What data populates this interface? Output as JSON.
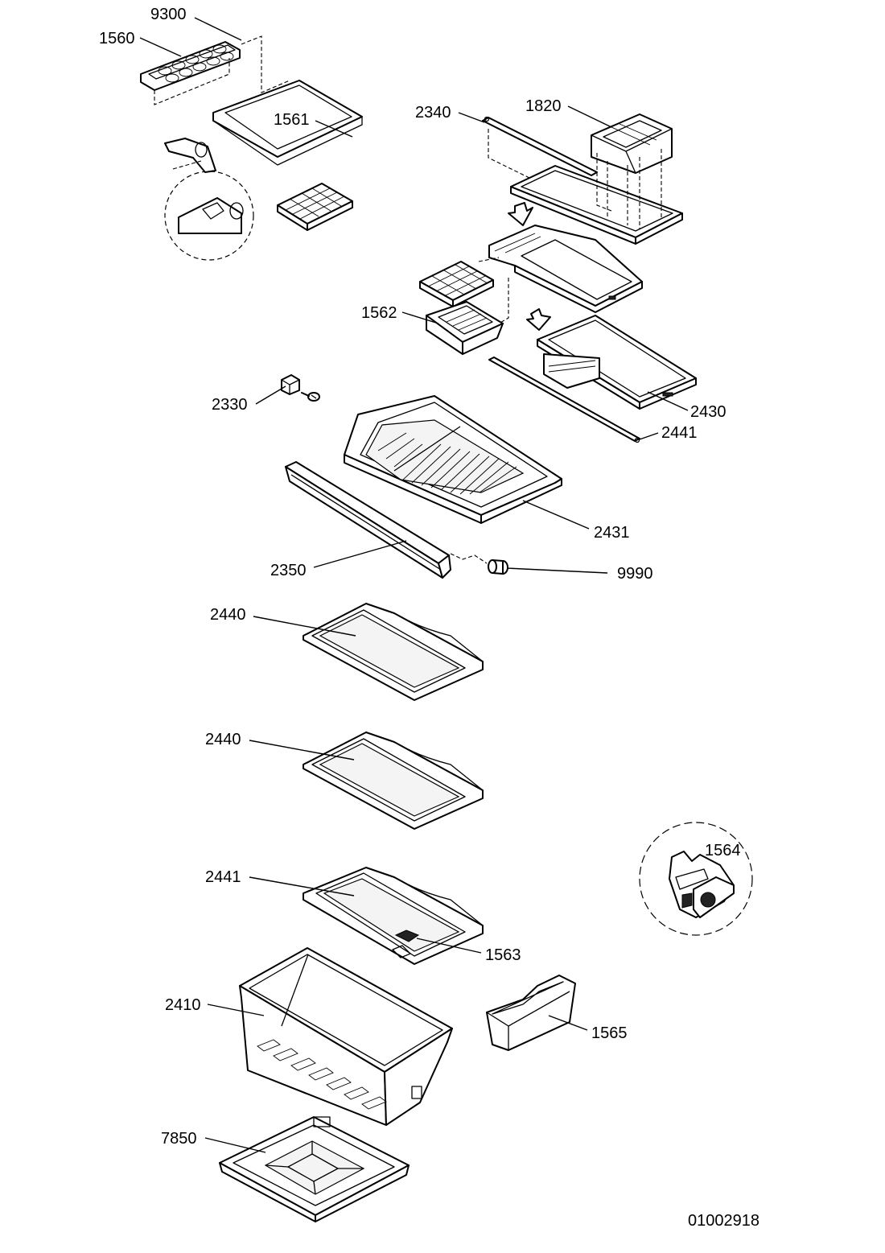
{
  "drawing_number": "01002918",
  "callouts": [
    {
      "id": "9300",
      "label": "9300"
    },
    {
      "id": "1560",
      "label": "1560"
    },
    {
      "id": "1561",
      "label": "1561"
    },
    {
      "id": "2340",
      "label": "2340"
    },
    {
      "id": "1820",
      "label": "1820"
    },
    {
      "id": "1562",
      "label": "1562"
    },
    {
      "id": "2330",
      "label": "2330"
    },
    {
      "id": "2430",
      "label": "2430"
    },
    {
      "id": "2441a",
      "label": "2441"
    },
    {
      "id": "2431",
      "label": "2431"
    },
    {
      "id": "2350",
      "label": "2350"
    },
    {
      "id": "9990",
      "label": "9990"
    },
    {
      "id": "2440a",
      "label": "2440"
    },
    {
      "id": "2440b",
      "label": "2440"
    },
    {
      "id": "1564",
      "label": "1564"
    },
    {
      "id": "2441b",
      "label": "2441"
    },
    {
      "id": "1563",
      "label": "1563"
    },
    {
      "id": "2410",
      "label": "2410"
    },
    {
      "id": "1565",
      "label": "1565"
    },
    {
      "id": "7850",
      "label": "7850"
    }
  ]
}
